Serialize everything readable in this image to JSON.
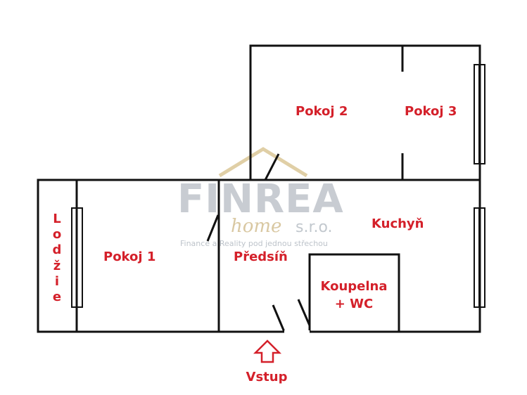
{
  "rooms": {
    "pokoj2": "Pokoj 2",
    "pokoj3": "Pokoj 3",
    "kuchyn": "Kuchyň",
    "pokoj1": "Pokoj 1",
    "predsin": "Předsíň",
    "koupelna_line1": "Koupelna",
    "koupelna_line2": "+ WC",
    "lodzie_letters": [
      "L",
      "o",
      "d",
      "ž",
      "i",
      "e"
    ]
  },
  "entrance": {
    "label": "Vstup"
  },
  "watermark": {
    "brand": "FINREA",
    "home": "home",
    "company": "s.r.o.",
    "tagline": "Finance a Reality pod jednou střechou"
  },
  "colors": {
    "label": "#d4202a",
    "wall": "#111111",
    "watermark_gray": "#9aa3ad",
    "watermark_gold": "#c9b07a"
  }
}
